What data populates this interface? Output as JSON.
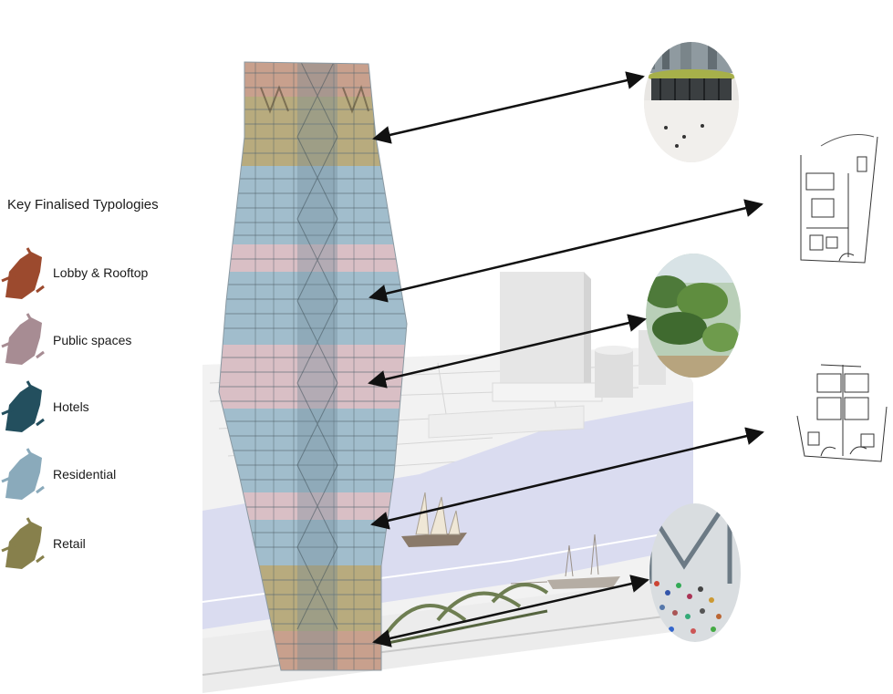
{
  "legend": {
    "title": "Key Finalised Typologies",
    "items": [
      {
        "label": "Lobby & Rooftop",
        "color": "#9c4a2e"
      },
      {
        "label": "Public spaces",
        "color": "#a78c93"
      },
      {
        "label": "Hotels",
        "color": "#234f5e"
      },
      {
        "label": "Residential",
        "color": "#8aaabb"
      },
      {
        "label": "Retail",
        "color": "#87804c"
      }
    ]
  },
  "colors": {
    "lobby": "#c99a85",
    "public": "#dcbdc3",
    "hotel": "#9fbccb",
    "residential": "#b2c9d6",
    "retail": "#b6a56f",
    "river": "#dadcf0",
    "arrow": "#111111"
  },
  "icons": [
    "tower-icon",
    "rooftop-vignette-icon",
    "garden-vignette-icon",
    "crowd-vignette-icon",
    "hotel-plan-icon",
    "residential-plan-icon",
    "ship-icon"
  ]
}
